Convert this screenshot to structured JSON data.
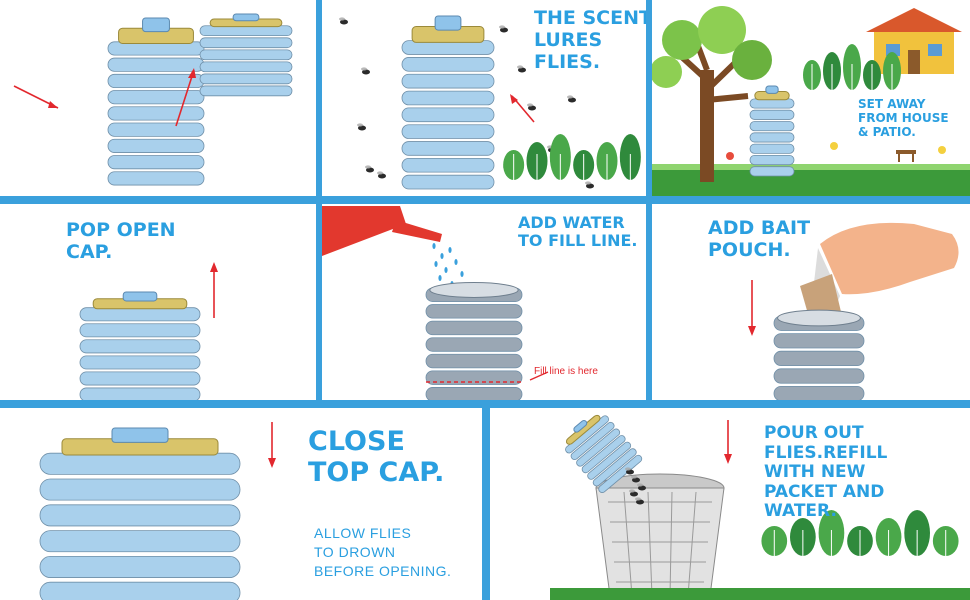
{
  "colors": {
    "border": "#3aa0dc",
    "caption": "#2a9fe0",
    "arrow": "#e2282e",
    "trap_body": "#a9d0ec",
    "trap_cap": "#d9c46a",
    "grass": "#3c9a3a"
  },
  "panels": [
    {
      "id": "trap-components",
      "caption": []
    },
    {
      "id": "scent-lures",
      "caption": [
        "THE SCENT",
        "LURES",
        "FLIES."
      ]
    },
    {
      "id": "set-away",
      "caption": [
        "SET AWAY",
        "FROM HOUSE",
        "& PATIO."
      ]
    },
    {
      "id": "pop-open-cap",
      "caption": [
        "POP OPEN",
        "CAP."
      ]
    },
    {
      "id": "add-water",
      "caption": [
        "ADD WATER",
        "TO FILL LINE."
      ],
      "fill_label": "Fill line is here"
    },
    {
      "id": "add-bait",
      "caption": [
        "ADD BAIT",
        "POUCH."
      ]
    },
    {
      "id": "close-cap",
      "caption": [
        "CLOSE",
        "TOP CAP."
      ],
      "note": [
        "ALLOW FLIES",
        "TO DROWN",
        "BEFORE OPENING."
      ]
    },
    {
      "id": "pour-out",
      "caption": [
        "POUR OUT",
        "FLIES.REFILL",
        "WITH NEW",
        "PACKET AND",
        "WATER."
      ]
    }
  ]
}
